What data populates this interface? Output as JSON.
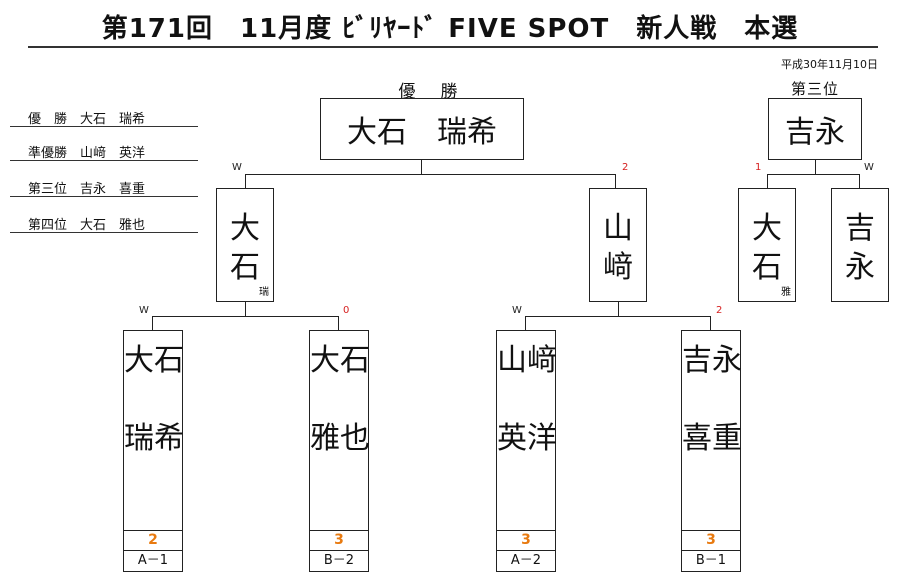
{
  "header": {
    "title": "第171回　11月度 ﾋﾞﾘﾔｰﾄﾞ FIVE SPOT　新人戦　本選",
    "date": "平成30年11月10日"
  },
  "summary": [
    {
      "label": "優　勝　大石　瑞希"
    },
    {
      "label": "準優勝　山﨑　英洋"
    },
    {
      "label": "第三位　吉永　喜重"
    },
    {
      "label": "第四位　大石　雅也"
    }
  ],
  "final": {
    "caption": "優　勝",
    "winner": "大石　瑞希",
    "left_mark": "W",
    "right_mark": "2"
  },
  "third_place": {
    "caption": "第三位",
    "winner": "吉永",
    "left_mark": "1",
    "right_mark": "W",
    "left_name": "大石",
    "left_sub": "雅",
    "right_name": "吉永"
  },
  "semis": [
    {
      "name": "大石",
      "sub": "瑞",
      "left_mark": "W",
      "right_mark": "0"
    },
    {
      "name": "山﨑",
      "sub": "",
      "left_mark": "W",
      "right_mark": "2"
    }
  ],
  "players": [
    {
      "name": "大石\n\n瑞希",
      "score": "2",
      "table": "A－1"
    },
    {
      "name": "大石\n\n雅也",
      "score": "3",
      "table": "B－2"
    },
    {
      "name": "山﨑\n\n英洋",
      "score": "3",
      "table": "A－2"
    },
    {
      "name": "吉永\n\n喜重",
      "score": "3",
      "table": "B－1"
    }
  ],
  "colors": {
    "mark_red": "#d62020",
    "score_orange": "#e87a10",
    "line": "#222222"
  }
}
